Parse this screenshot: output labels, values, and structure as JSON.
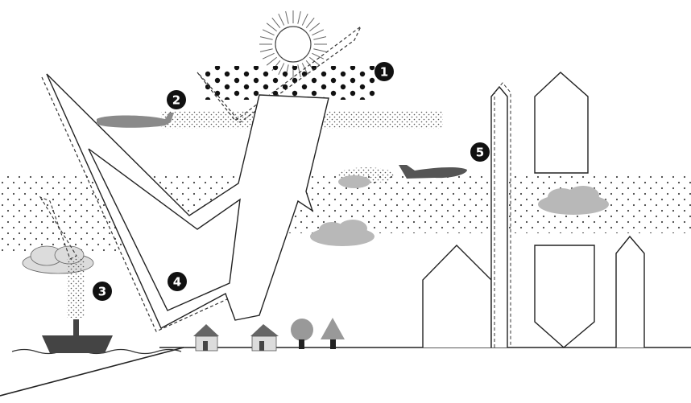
{
  "colors": {
    "background": "#ffffff",
    "line": "#222222",
    "dark_gray": "#555555",
    "mid_gray": "#8a8a8a",
    "light_gray": "#b8b8b8",
    "marker_fill": "#111111",
    "marker_text": "#ffffff"
  },
  "markers": [
    {
      "id": "marker-1",
      "label": "1"
    },
    {
      "id": "marker-2",
      "label": "2"
    },
    {
      "id": "marker-3",
      "label": "3"
    },
    {
      "id": "marker-4",
      "label": "4"
    },
    {
      "id": "marker-5",
      "label": "5"
    }
  ],
  "icons": [
    "sun-icon",
    "airplane-icon",
    "cloud-icon",
    "ship-icon",
    "house-icon",
    "tree-icon",
    "building-icon"
  ]
}
